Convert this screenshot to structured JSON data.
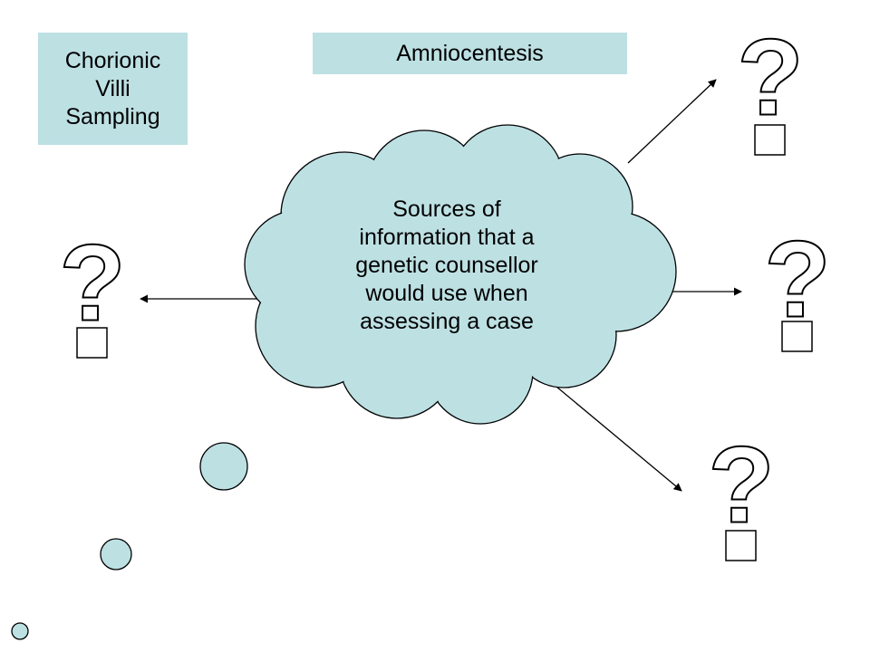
{
  "diagram": {
    "boxes": {
      "chorionic_villi_sampling": {
        "line1": "Chorionic",
        "line2": "Villi",
        "line3": "Sampling"
      },
      "amniocentesis": "Amniocentesis"
    },
    "cloud": {
      "line1": "Sources of",
      "line2": "information that a",
      "line3": "genetic counsellor",
      "line4": "would use when",
      "line5": "assessing a case"
    },
    "unknown_marker": "?",
    "colors": {
      "fill": "#BDE0E3",
      "stroke": "#000000"
    }
  }
}
